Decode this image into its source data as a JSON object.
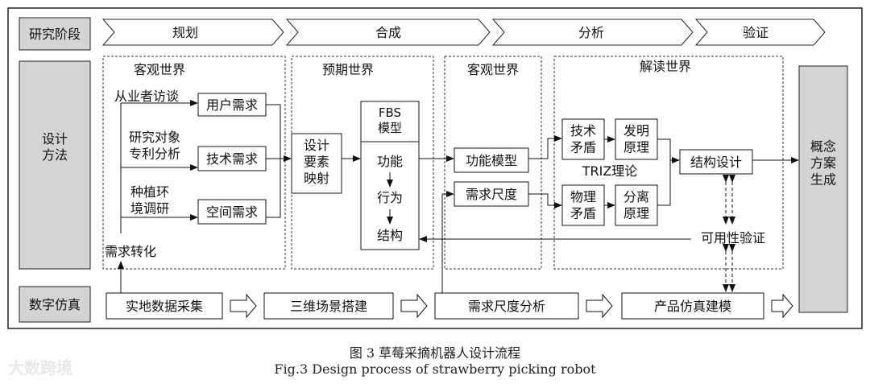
{
  "rows": {
    "stage": "研究阶段",
    "method": "设计\n方法",
    "sim": "数字仿真"
  },
  "phases": [
    "规划",
    "合成",
    "分析",
    "验证"
  ],
  "worlds": {
    "objective1": "客观世界",
    "expected": "预期世界",
    "objective2": "客观世界",
    "interpret": "解读世界"
  },
  "left": {
    "interview": "从业者访谈",
    "research": "研究对象\n专利分析",
    "env": "种植环\n境调研",
    "user_need": "用户需求",
    "tech_need": "技术需求",
    "space_need": "空间需求",
    "transform": "需求转化"
  },
  "expected": {
    "mapping": "设计\n要素\n映射",
    "fbs_title": "FBS\n模型",
    "function": "功能",
    "behavior": "行为",
    "structure": "结构"
  },
  "objective": {
    "func_model": "功能模型",
    "need_scale": "需求尺度"
  },
  "triz": {
    "tech_conflict": "技术\n矛盾",
    "invention": "发明\n原理",
    "label": "TRIZ理论",
    "phys_conflict": "物理\n矛盾",
    "separation": "分离\n原理",
    "structure_design": "结构设计",
    "usability": "可用性验证"
  },
  "output": "概念\n方案\n生成",
  "sim_steps": [
    "实地数据采集",
    "三维场景搭建",
    "需求尺度分析",
    "产品仿真建模"
  ],
  "caption": {
    "cn": "图 3    草莓采摘机器人设计流程",
    "en": "Fig.3 Design process of strawberry picking robot"
  },
  "watermark": "大数跨境"
}
